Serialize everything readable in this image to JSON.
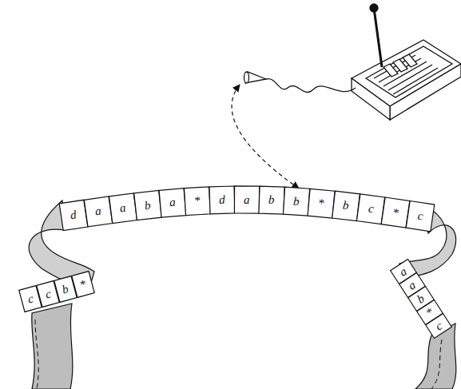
{
  "diagram": {
    "labels": [
      "c",
      "c",
      "b",
      "*",
      "d",
      "a",
      "a",
      "b",
      "a",
      "*",
      "d",
      "a",
      "b",
      "b",
      "*",
      "b",
      "c",
      "*",
      "c",
      "a",
      "a",
      "b",
      "*",
      "c"
    ]
  }
}
